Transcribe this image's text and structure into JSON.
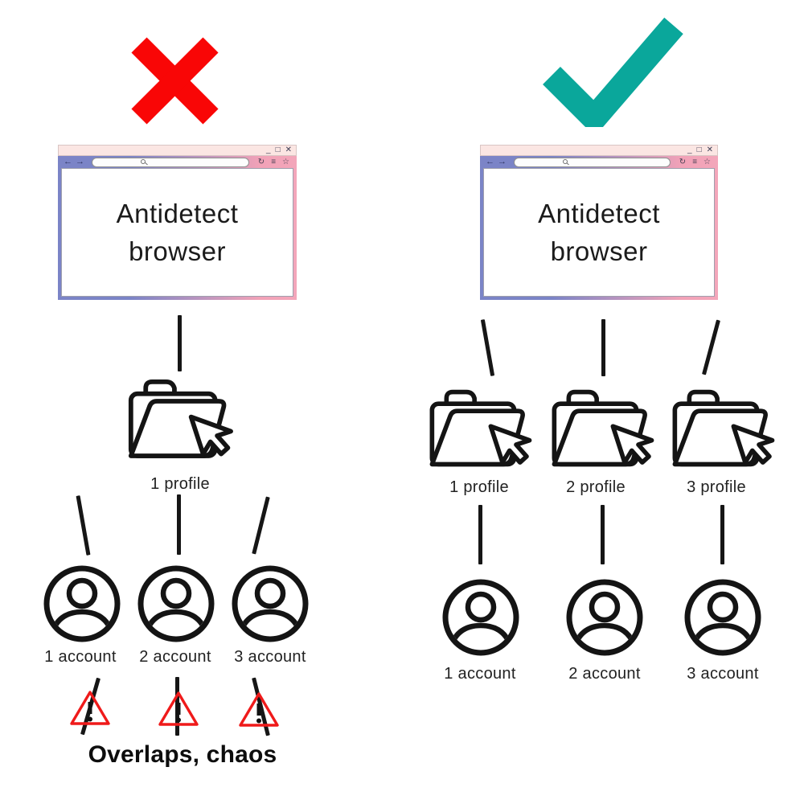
{
  "colors": {
    "reject_red": "#f90606",
    "warning_red": "#ef1a1a",
    "approve_teal": "#0aa79b",
    "line_black": "#161616",
    "titlebar_pink": "#fbe6e3",
    "toolbar_blue": "#7b84c7",
    "toolbar_pink": "#f2a2b7"
  },
  "icons": {
    "minimize": "_",
    "maximize": "□",
    "close": "✕",
    "back": "←",
    "forward": "→",
    "refresh": "↻",
    "menu": "≡",
    "bookmark": "☆",
    "search": "magnifier-css-shape",
    "profile": "open-folder-with-cursor",
    "account": "person-in-circle",
    "warning": "red-triangle-exclamation"
  },
  "left_panel": {
    "verdict": "rejected",
    "verdict_icon": "red-x-mark",
    "browser_title": "Antidetect browser",
    "profiles": [
      {
        "label": "1 profile"
      }
    ],
    "accounts": [
      {
        "label": "1 account"
      },
      {
        "label": "2 account"
      },
      {
        "label": "3 account"
      }
    ],
    "warning_count": 3,
    "caption": "Overlaps, chaos"
  },
  "right_panel": {
    "verdict": "approved",
    "verdict_icon": "teal-check-mark",
    "browser_title": "Antidetect browser",
    "profiles": [
      {
        "label": "1 profile"
      },
      {
        "label": "2 profile"
      },
      {
        "label": "3 profile"
      }
    ],
    "accounts": [
      {
        "label": "1 account"
      },
      {
        "label": "2 account"
      },
      {
        "label": "3 account"
      }
    ]
  }
}
